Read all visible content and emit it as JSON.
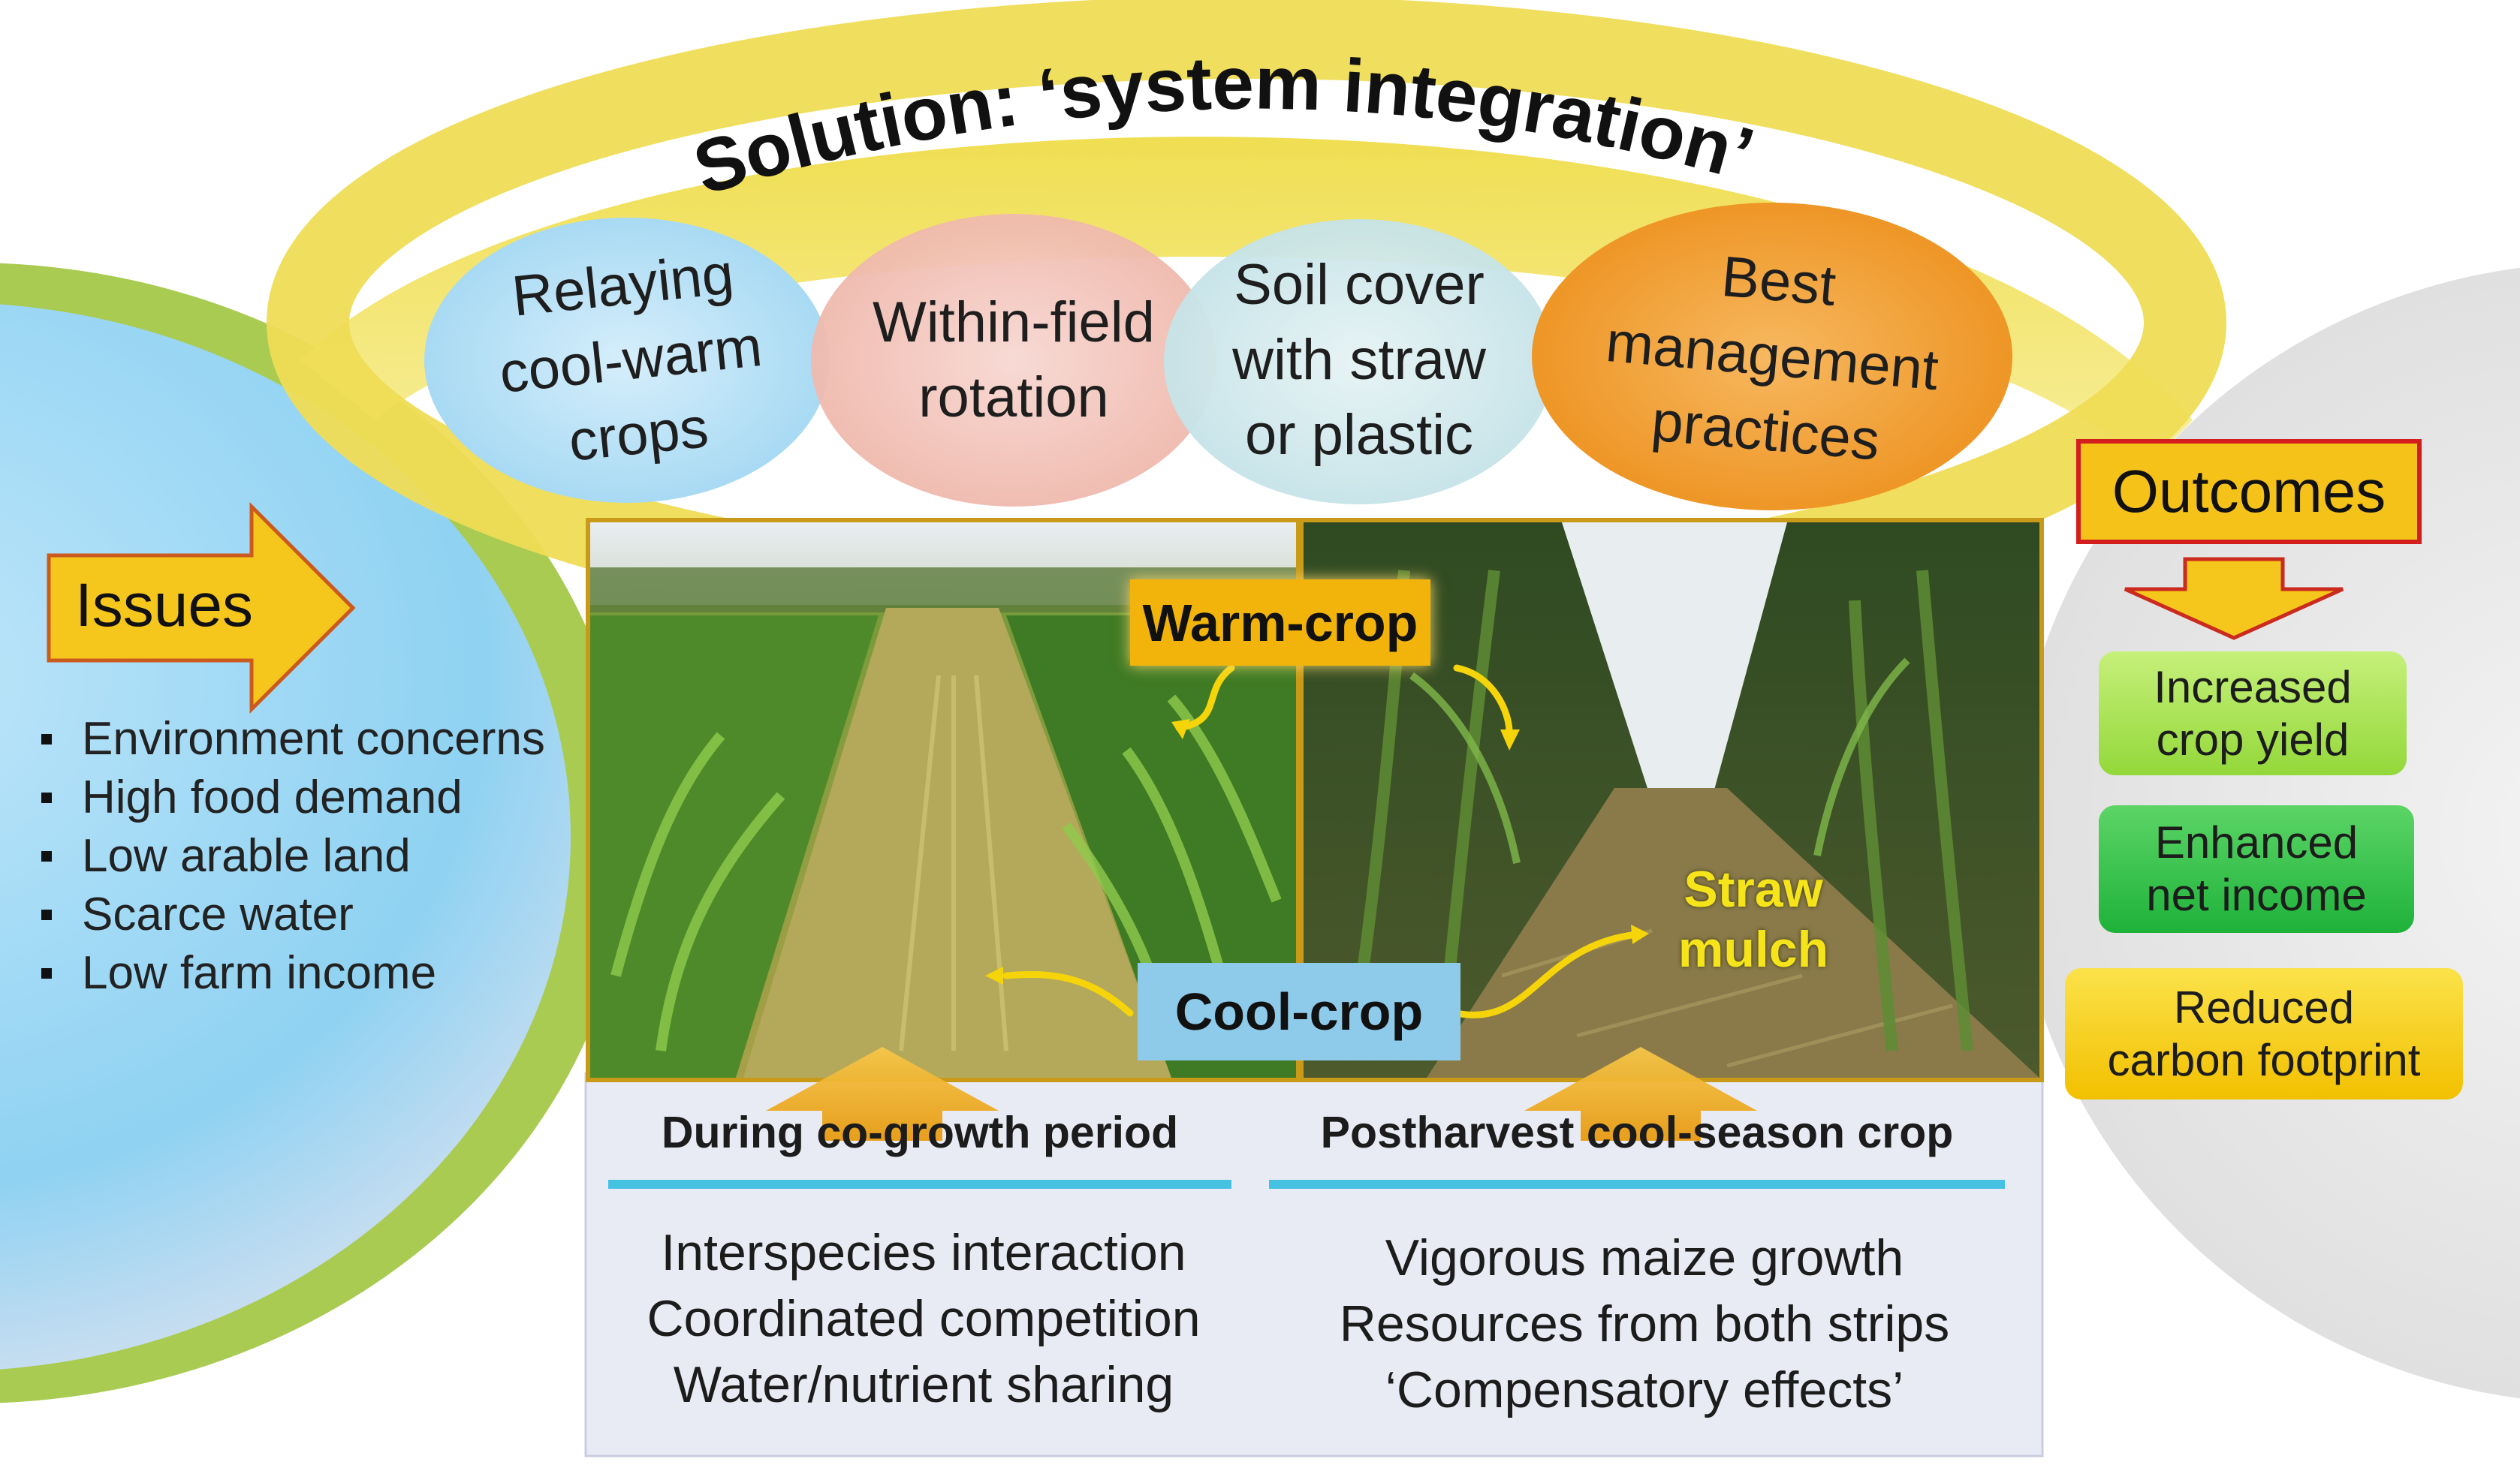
{
  "title": "Solution: ‘system integration’",
  "strategies": [
    "Relaying cool-warm crops",
    "Within-field rotation",
    "Soil cover with straw or plastic",
    "Best management practices"
  ],
  "issues": {
    "label": "Issues",
    "items": [
      "Environment concerns",
      "High food demand",
      "Low arable land",
      "Scarce water",
      "Low farm income"
    ]
  },
  "photos": {
    "warm_crop": "Warm-crop",
    "cool_crop": "Cool-crop",
    "straw": "Straw",
    "mulch": "mulch"
  },
  "periods": {
    "left": {
      "title": "During co-growth period",
      "lines": [
        "Interspecies interaction",
        "Coordinated competition",
        "Water/nutrient sharing"
      ]
    },
    "right": {
      "title": "Postharvest cool-season crop",
      "lines": [
        "Vigorous maize growth",
        "Resources from both strips",
        "‘Compensatory effects’"
      ]
    }
  },
  "outcomes": {
    "label": "Outcomes",
    "items": [
      {
        "l1": "Increased",
        "l2": "crop yield"
      },
      {
        "l1": "Enhanced",
        "l2": "net income"
      },
      {
        "l1": "Reduced",
        "l2": "carbon footprint"
      }
    ]
  },
  "colors": {
    "arch": "#e8d44a",
    "issues_bg": "#7cc8ee",
    "outcomes_bg": "#e2e2e2",
    "warm_tag": "#f2b40a",
    "cool_tag": "#8ecbea",
    "outcome_1": "#a4e24c",
    "outcome_2": "#2fc046",
    "outcome_3": "#f4d008"
  }
}
